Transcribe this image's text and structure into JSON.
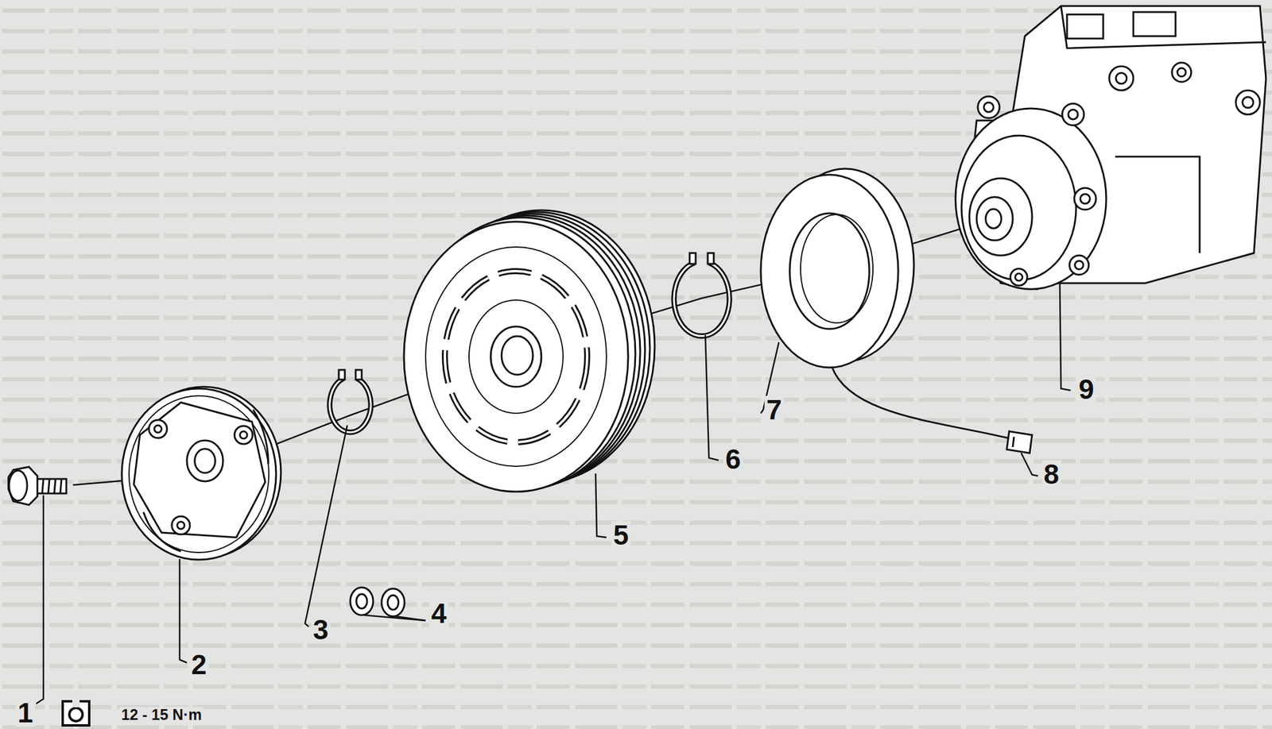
{
  "diagram": {
    "labels": [
      "1",
      "12 - 15 N·m",
      "2",
      "3",
      "4",
      "5",
      "6",
      "7",
      "8",
      "9"
    ]
  }
}
